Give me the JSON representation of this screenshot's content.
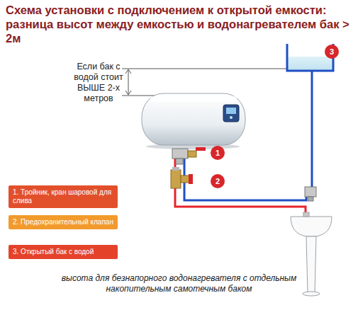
{
  "diagram": {
    "title": "Схема установки с подключением к открытой емкости: разница высот между емкостью и водонагревателем бак > 2м",
    "caption": "высота для безнапорного водонагревателя с отдельным накопительным самотечным баком",
    "labels": [
      "Если бак с водой стоит ВЫШЕ 2-х метров",
      "1",
      "2",
      "3"
    ],
    "legend": [
      {
        "text": "1. Тройник, кран шаровой для слива",
        "color": "#e2502b"
      },
      {
        "text": "2. Предохранительный клапан",
        "color": "#f29a2c"
      },
      {
        "text": "3. Открытый бак с водой",
        "color": "#e4432a"
      }
    ]
  }
}
